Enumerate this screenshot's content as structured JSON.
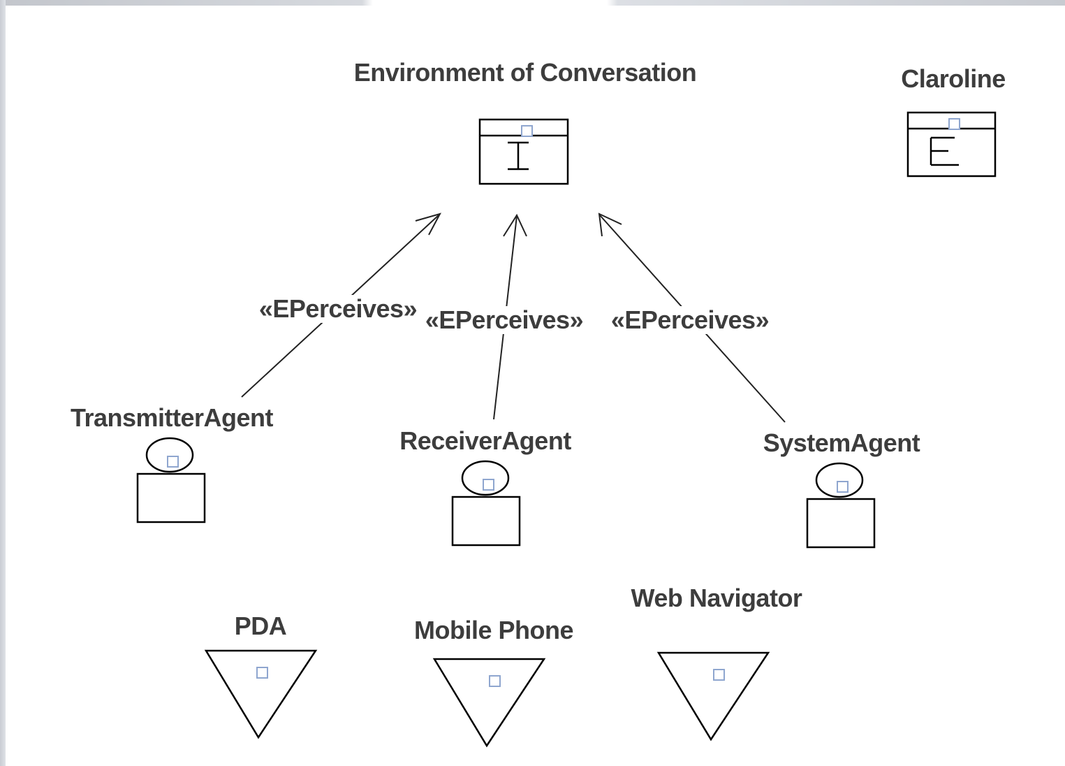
{
  "diagram": {
    "colors": {
      "label": "#3d3d3d",
      "stroke": "#000000",
      "handle": "#8fa6cf",
      "background": "#ffffff"
    },
    "environments": [
      {
        "id": "env_conversation",
        "label": "Environment of Conversation",
        "icon_letter": "I"
      },
      {
        "id": "env_claroline",
        "label": "Claroline",
        "icon_letter": "E"
      }
    ],
    "agents": [
      {
        "id": "transmitter",
        "label": "TransmitterAgent"
      },
      {
        "id": "receiver",
        "label": "ReceiverAgent"
      },
      {
        "id": "system",
        "label": "SystemAgent"
      }
    ],
    "devices": [
      {
        "id": "pda",
        "label": "PDA"
      },
      {
        "id": "mobile",
        "label": "Mobile Phone"
      },
      {
        "id": "web",
        "label": "Web Navigator"
      }
    ],
    "relations": [
      {
        "from": "transmitter",
        "to": "env_conversation",
        "stereotype": "«EPerceives»"
      },
      {
        "from": "receiver",
        "to": "env_conversation",
        "stereotype": "«EPerceives»"
      },
      {
        "from": "system",
        "to": "env_conversation",
        "stereotype": "«EPerceives»"
      }
    ]
  }
}
